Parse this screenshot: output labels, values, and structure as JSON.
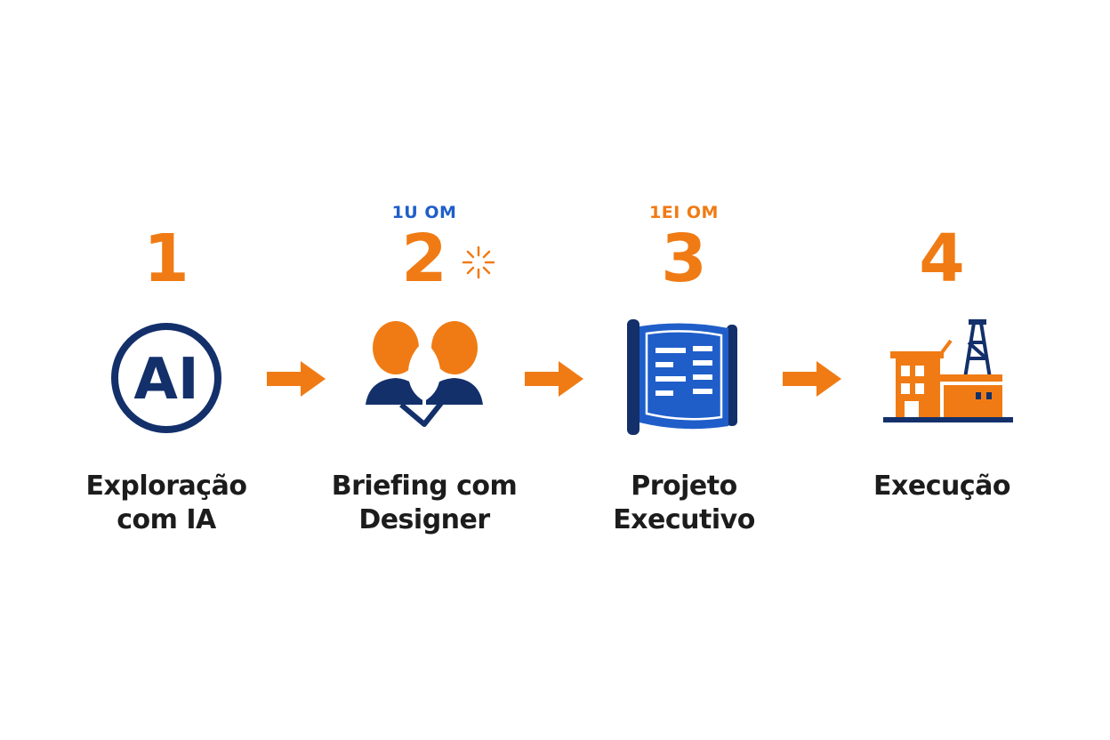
{
  "colors": {
    "orange": "#f07b14",
    "navy": "#13306b",
    "blue": "#1f5ec9",
    "text": "#1c1c1c"
  },
  "steps": [
    {
      "number": "1",
      "tag": "",
      "label": "Exploração\ncom IA",
      "icon": "ai-circle-icon",
      "icon_text": "AI"
    },
    {
      "number": "2",
      "tag": "1U OM",
      "label": "Briefing com\nDesigner",
      "icon": "people-icon"
    },
    {
      "number": "3",
      "tag": "1EI OM",
      "label": "Projeto\nExecutivo",
      "icon": "blueprint-icon"
    },
    {
      "number": "4",
      "tag": "",
      "label": "Execução",
      "icon": "factory-icon"
    }
  ],
  "connectors": [
    "arrow-right-icon",
    "arrow-right-icon",
    "arrow-right-icon"
  ]
}
